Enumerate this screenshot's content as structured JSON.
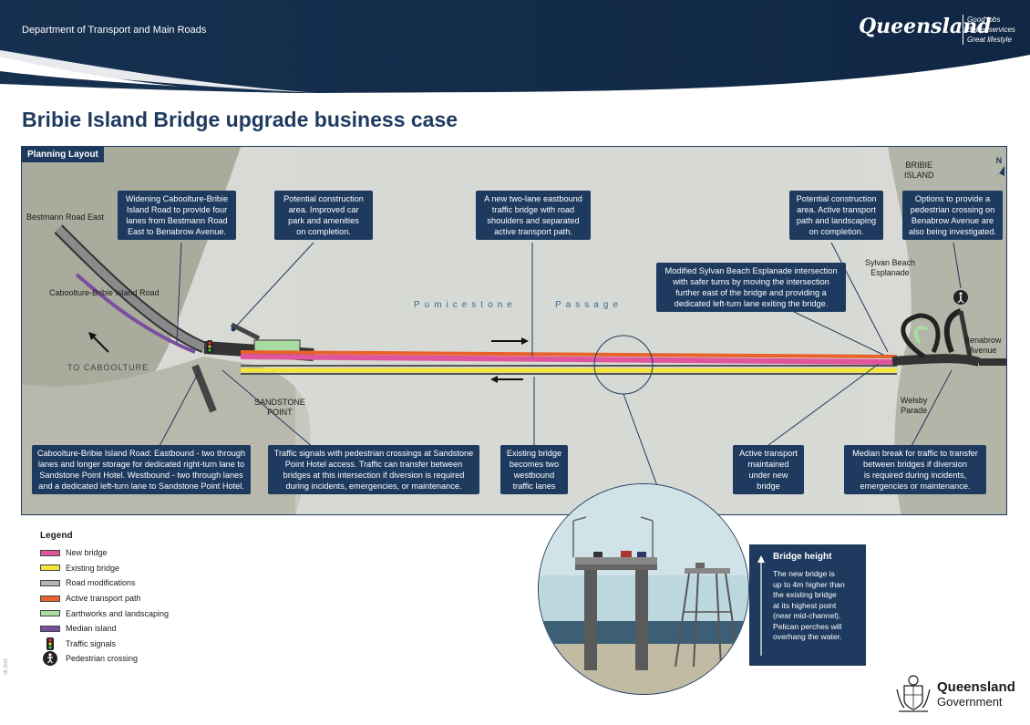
{
  "header": {
    "department": "Department of Transport and Main Roads",
    "brand": "Queensland",
    "tagline": [
      "Good jobs",
      "Better services",
      "Great lifestyle"
    ]
  },
  "title": "Bribie Island Bridge upgrade business case",
  "map": {
    "panel_label": "Planning Layout",
    "compass_label": "N",
    "place_labels": {
      "bestmann": "Bestmann Road East",
      "caboolture_road": "Caboolture-Bribie Island Road",
      "to_caboolture": "TO CABOOLTURE",
      "sandstone_point": [
        "SANDSTONE",
        "POINT"
      ],
      "bribie_island": [
        "BRIBIE",
        "ISLAND"
      ],
      "sylvan_beach": [
        "Sylvan Beach",
        "Esplanade"
      ],
      "benabrow": [
        "Benabrow",
        "Avenue"
      ],
      "welsby": [
        "Welsby",
        "Parade"
      ],
      "water_1": "Pumicestone",
      "water_2": "Passage"
    },
    "callouts": {
      "widening": [
        "Widening Caboolture-Bribie",
        "Island Road to provide four",
        "lanes from Bestmann Road",
        "East to Benabrow Avenue."
      ],
      "construction_west": [
        "Potential construction",
        "area. Improved car",
        "park and amenities",
        "on completion."
      ],
      "new_bridge": [
        "A new two-lane eastbound",
        "traffic bridge with road",
        "shoulders and separated",
        "active transport path."
      ],
      "construction_east": [
        "Potential construction",
        "area. Active transport",
        "path and landscaping",
        "on completion."
      ],
      "pedestrian_options": [
        "Options to provide a",
        "pedestrian crossing on",
        "Benabrow Avenue are",
        "also being investigated."
      ],
      "sylvan_intersection": [
        "Modified Sylvan Beach Esplanade intersection",
        "with safer turns by moving the intersection",
        "further east of the bridge and providing a",
        "dedicated left-turn lane exiting the bridge."
      ],
      "eastbound_lanes": [
        "Caboolture-Bribie Island Road: Eastbound - two through",
        "lanes and longer storage for dedicated right-turn lane to",
        "Sandstone Point Hotel. Westbound - two through lanes",
        "and a dedicated left-turn lane to Sandstone Point Hotel."
      ],
      "traffic_signals": [
        "Traffic signals with pedestrian crossings at Sandstone",
        "Point Hotel access. Traffic can transfer between",
        "bridges at this intersection if diversion is required",
        "during incidents, emergencies, or maintenance."
      ],
      "existing_bridge": [
        "Existing bridge",
        "becomes two",
        "westbound",
        "traffic lanes"
      ],
      "active_transport": [
        "Active transport",
        "maintained",
        "under new",
        "bridge"
      ],
      "median_break": [
        "Median break for traffic to transfer",
        "between bridges if diversion",
        "is required during incidents,",
        "emergencies or maintenance."
      ]
    }
  },
  "legend": {
    "title": "Legend",
    "items": [
      {
        "label": "New bridge",
        "color": "#e0559c",
        "kind": "swatch"
      },
      {
        "label": "Existing bridge",
        "color": "#f2e43a",
        "kind": "swatch"
      },
      {
        "label": "Road modifications",
        "color": "#b3b3b3",
        "kind": "swatch"
      },
      {
        "label": "Active transport path",
        "color": "#e8622a",
        "kind": "swatch"
      },
      {
        "label": "Earthworks and landscaping",
        "color": "#a8dca0",
        "kind": "swatch"
      },
      {
        "label": "Median island",
        "color": "#7b4fa0",
        "kind": "swatch"
      },
      {
        "label": "Traffic signals",
        "color": "#222222",
        "kind": "traffic-signal-icon"
      },
      {
        "label": "Pedestrian crossing",
        "color": "#222222",
        "kind": "pedestrian-icon"
      }
    ]
  },
  "bridge_height": {
    "title": "Bridge height",
    "text": [
      "The new bridge is",
      "up to 4m higher than",
      "the existing bridge",
      "at its highest point",
      "(near mid-channel).",
      "Pelican perches will",
      "overhang the water."
    ]
  },
  "footer": {
    "gov_line1": "Queensland",
    "gov_line2": "Government",
    "side_code": "05 2019"
  },
  "colors": {
    "navy": "#1e3a5f",
    "new_bridge": "#e0559c",
    "existing_bridge": "#f2e43a",
    "active_transport": "#e8622a"
  }
}
